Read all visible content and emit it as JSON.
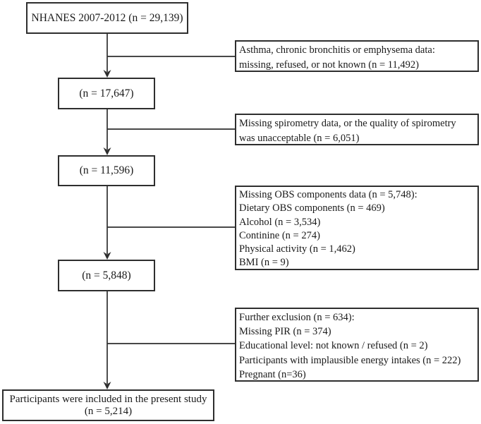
{
  "colors": {
    "background": "#ffffff",
    "line": "#2e2e2e",
    "border": "#2e2e2e",
    "text": "#1a1a1a"
  },
  "nodes": [
    {
      "id": "start",
      "label": "NHANES 2007-2012 (n = 29,139)"
    },
    {
      "id": "after-exclusion-1",
      "label": "(n = 17,647)"
    },
    {
      "id": "after-exclusion-2",
      "label": "(n = 11,596)"
    },
    {
      "id": "after-exclusion-3",
      "label": "(n = 5,848)"
    },
    {
      "id": "final",
      "lines": [
        "Participants were included in the present study",
        "(n = 5,214)"
      ]
    }
  ],
  "exclusions": [
    {
      "lines": [
        "Asthma, chronic bronchitis or emphysema data:",
        "missing, refused, or not known (n = 11,492)"
      ]
    },
    {
      "lines": [
        "Missing  spirometry data, or the quality of spirometry",
        "was unacceptable (n = 6,051)"
      ]
    },
    {
      "lines": [
        "Missing OBS components data (n = 5,748):",
        "Dietary OBS components (n = 469)",
        "Alcohol (n = 3,534)",
        "Continine (n = 274)",
        "Physical activity (n = 1,462)",
        "BMI (n = 9)"
      ]
    },
    {
      "lines": [
        "Further exclusion (n = 634):",
        "Missing PIR (n = 374)",
        "Educational level: not known / refused (n = 2)",
        "Participants with implausible energy  intakes (n = 222)",
        "Pregnant (n=36)"
      ]
    }
  ]
}
